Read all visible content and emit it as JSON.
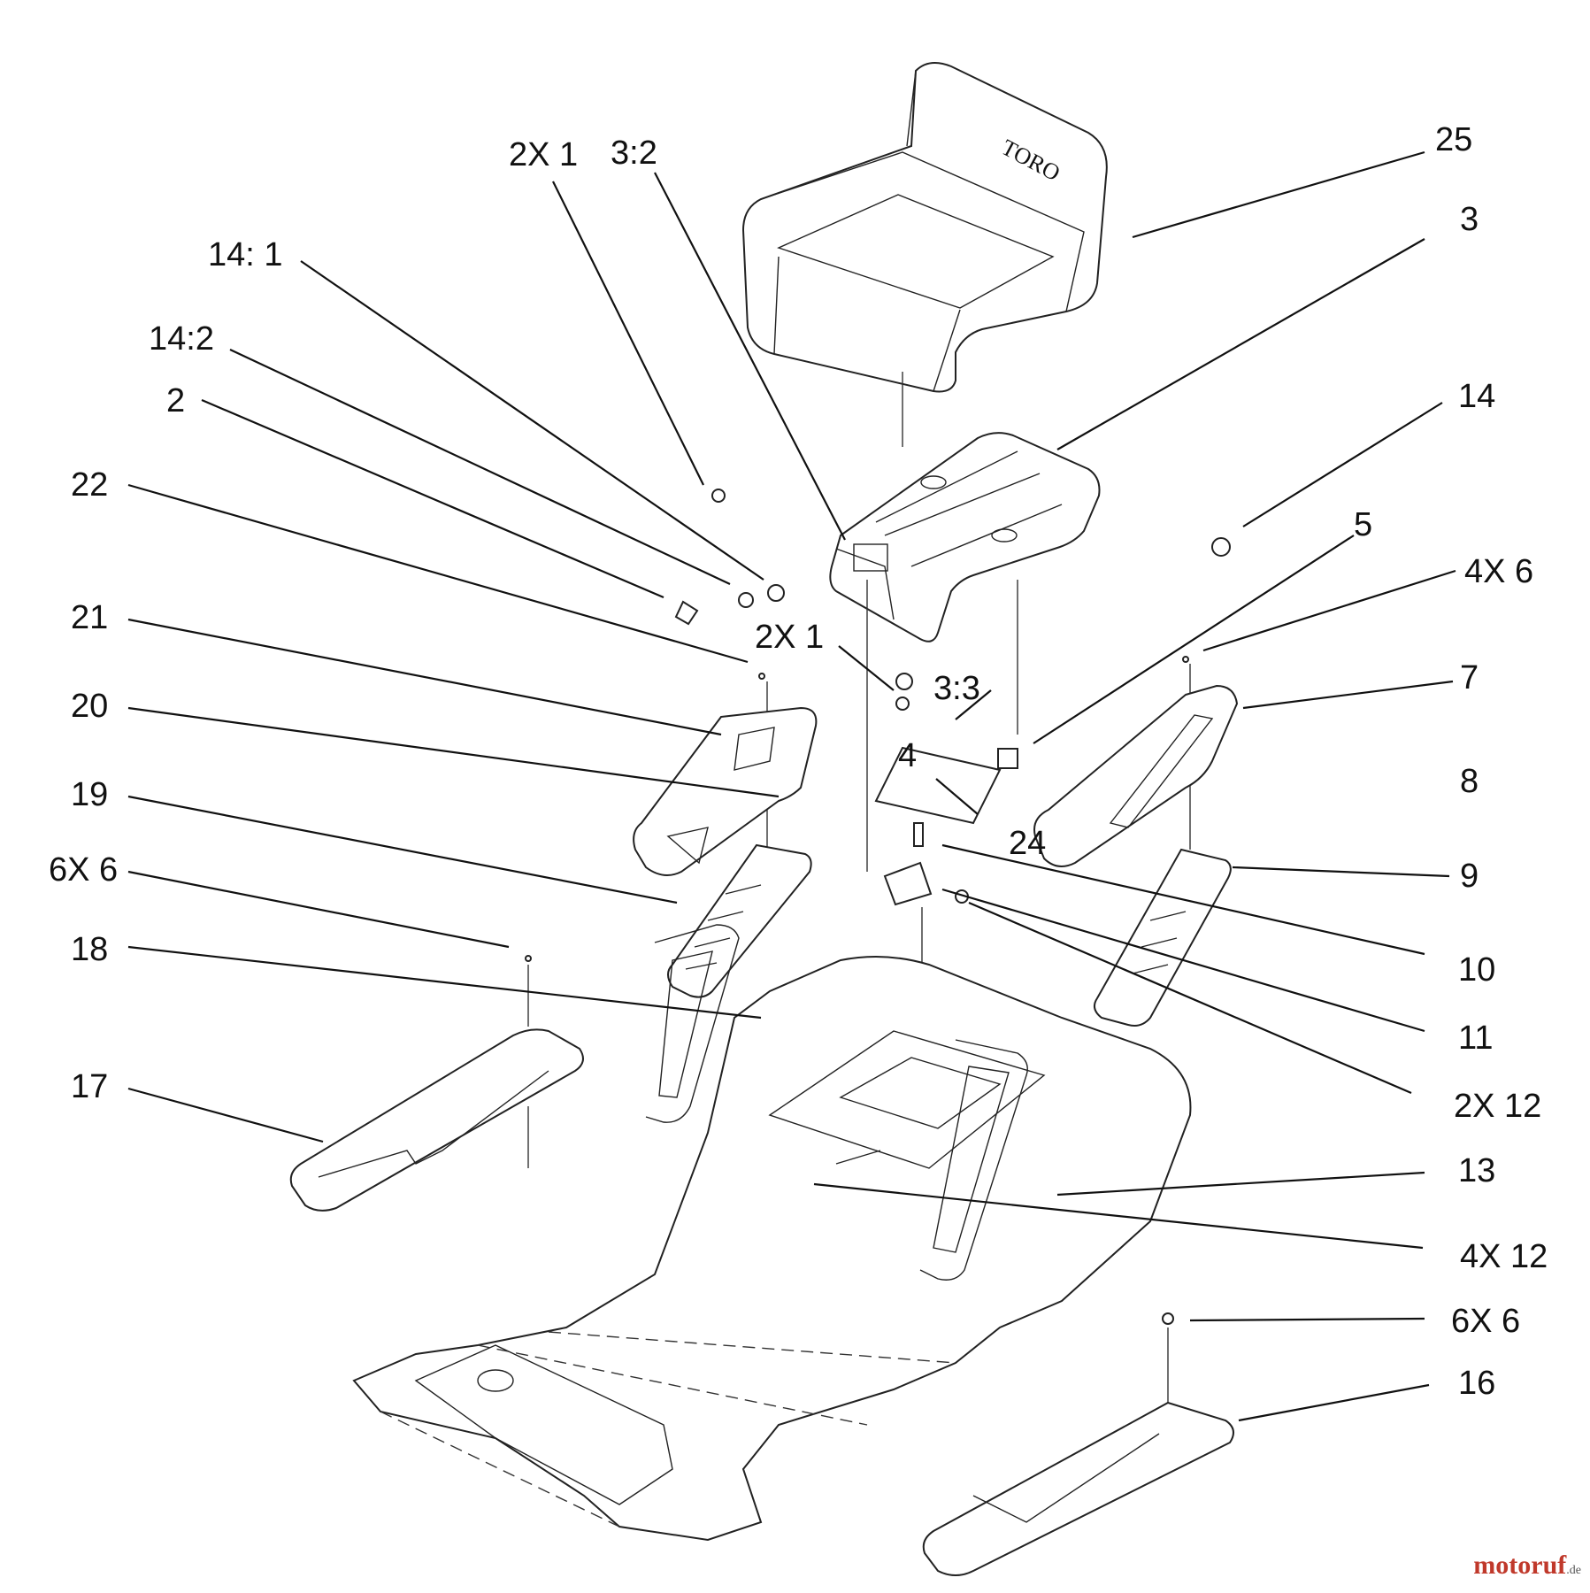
{
  "diagram": {
    "brand_on_seat": "TORO",
    "watermark": {
      "name": "motoruf",
      "suffix": ".de"
    },
    "callouts": [
      {
        "id": "c25",
        "label": "25"
      },
      {
        "id": "c3",
        "label": "3"
      },
      {
        "id": "c2x1a",
        "label": "2X 1"
      },
      {
        "id": "c3-2",
        "label": "3:2"
      },
      {
        "id": "c14-1",
        "label": "14: 1"
      },
      {
        "id": "c14-2",
        "label": "14:2"
      },
      {
        "id": "c2",
        "label": "2"
      },
      {
        "id": "c22",
        "label": "22"
      },
      {
        "id": "c14",
        "label": "14"
      },
      {
        "id": "c5",
        "label": "5"
      },
      {
        "id": "c4x6",
        "label": "4X 6"
      },
      {
        "id": "c21",
        "label": "21"
      },
      {
        "id": "c2x1b",
        "label": "2X 1"
      },
      {
        "id": "c3-3",
        "label": "3:3"
      },
      {
        "id": "c7",
        "label": "7"
      },
      {
        "id": "c20",
        "label": "20"
      },
      {
        "id": "c4",
        "label": "4"
      },
      {
        "id": "c8",
        "label": "8"
      },
      {
        "id": "c19",
        "label": "19"
      },
      {
        "id": "c24",
        "label": "24"
      },
      {
        "id": "c9",
        "label": "9"
      },
      {
        "id": "c6x6a",
        "label": "6X 6"
      },
      {
        "id": "c10",
        "label": "10"
      },
      {
        "id": "c18",
        "label": "18"
      },
      {
        "id": "c11",
        "label": "11"
      },
      {
        "id": "c2x12",
        "label": "2X 12"
      },
      {
        "id": "c17",
        "label": "17"
      },
      {
        "id": "c13",
        "label": "13"
      },
      {
        "id": "c4x12",
        "label": "4X 12"
      },
      {
        "id": "c6x6b",
        "label": "6X 6"
      },
      {
        "id": "c16",
        "label": "16"
      }
    ]
  }
}
